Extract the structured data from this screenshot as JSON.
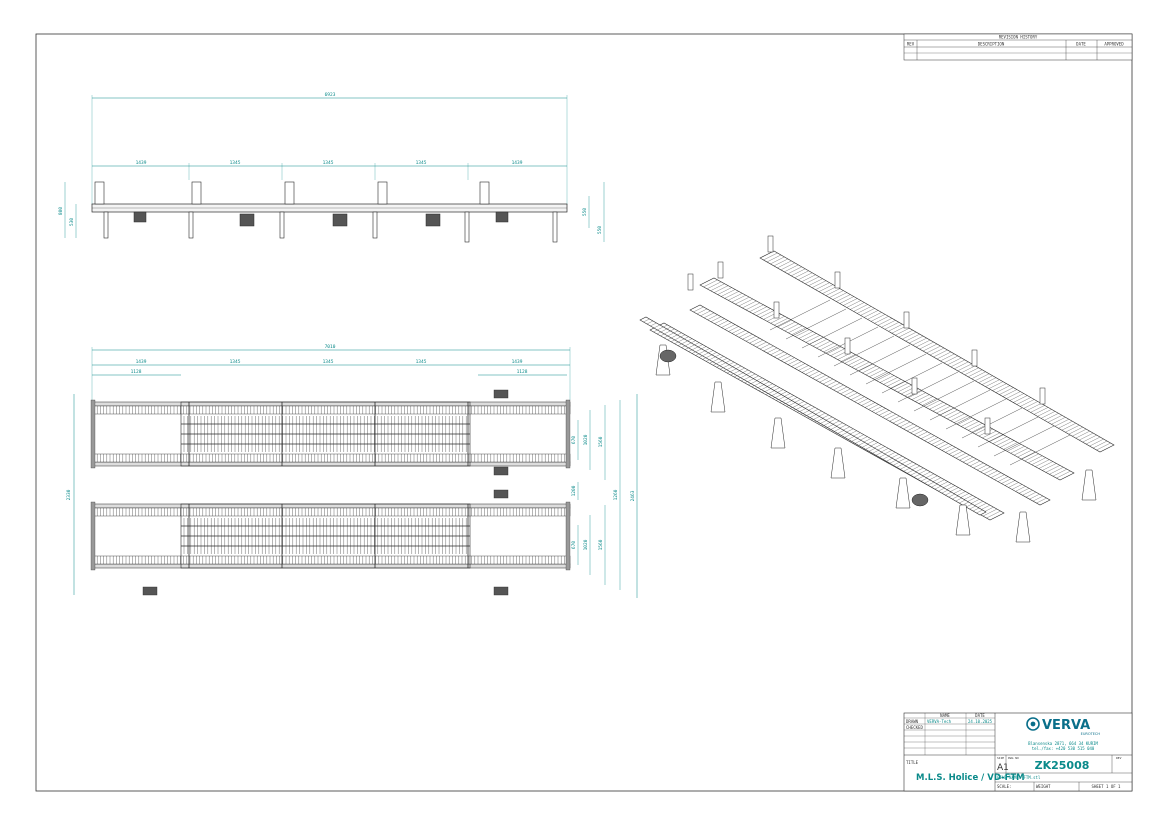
{
  "revision_table": {
    "title": "REVISION HISTORY",
    "headers": [
      "REV",
      "DESCRIPTION",
      "DATE",
      "APPROVED"
    ]
  },
  "side_view": {
    "dims": {
      "overall": "6923",
      "seg1": "1439",
      "seg2": "1345",
      "seg3": "1345",
      "seg4": "1345",
      "seg5": "1439",
      "left_height_a": "800",
      "left_height_b": "530",
      "right_height_a": "550",
      "right_height_b": "550"
    }
  },
  "top_view": {
    "dims": {
      "overall": "7010",
      "seg1": "1439",
      "seg2": "1345",
      "seg3": "1345",
      "seg4": "1345",
      "seg5": "1439",
      "sub_left": "1128",
      "sub_right": "1128",
      "left_overall": "2330",
      "right_overall": "2463",
      "right_a": "1260",
      "right_b": "1020",
      "right_c": "670",
      "right_d": "1200",
      "right_e": "1560",
      "right_f": "1020",
      "right_g": "670",
      "right_h": "1560"
    }
  },
  "title_block": {
    "name_header": "NAME",
    "date_header": "DATE",
    "drawn_label": "DRAWN",
    "drawn_name": "VERVA-Tech",
    "drawn_date": "24.10.2025",
    "checked_label": "CHECKED",
    "title_label": "TITLE",
    "title_value": "M.L.S. Holice / VD-FTM",
    "company_name": "VERVA",
    "company_sub": "EUROTECH",
    "address_line1": "Blansenska 2871, 664 34 KURIM",
    "address_line2": "tel./fax: +420 530 515 040",
    "size_label": "SIZE",
    "size_value": "A1",
    "dwg_label": "DWG NO",
    "dwg_value": "ZK25008",
    "rev_label": "REV",
    "file_label": "FILE NAME: FTM.stl",
    "scale_label": "SCALE:",
    "weight_label": "WEIGHT",
    "sheet_label": "SHEET 1 OF 1"
  },
  "colors": {
    "line": "#2a2a2a",
    "dimension": "#0a8a8a",
    "frame": "#333333",
    "brand": "#0a6f8a"
  }
}
